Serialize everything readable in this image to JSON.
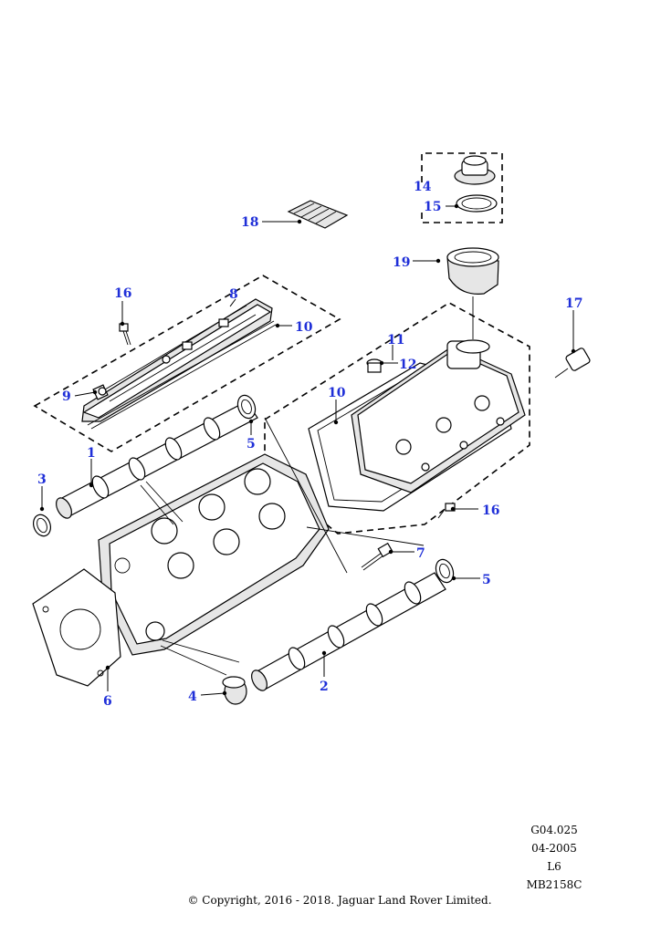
{
  "diagram": {
    "callouts": [
      {
        "id": "c1",
        "label": "1"
      },
      {
        "id": "c2",
        "label": "2"
      },
      {
        "id": "c3",
        "label": "3"
      },
      {
        "id": "c4",
        "label": "4"
      },
      {
        "id": "c5a",
        "label": "5"
      },
      {
        "id": "c5b",
        "label": "5"
      },
      {
        "id": "c6",
        "label": "6"
      },
      {
        "id": "c7",
        "label": "7"
      },
      {
        "id": "c8",
        "label": "8"
      },
      {
        "id": "c9",
        "label": "9"
      },
      {
        "id": "c10a",
        "label": "10"
      },
      {
        "id": "c10b",
        "label": "10"
      },
      {
        "id": "c11",
        "label": "11"
      },
      {
        "id": "c12",
        "label": "12"
      },
      {
        "id": "c14",
        "label": "14"
      },
      {
        "id": "c15",
        "label": "15"
      },
      {
        "id": "c16a",
        "label": "16"
      },
      {
        "id": "c16b",
        "label": "16"
      },
      {
        "id": "c17",
        "label": "17"
      },
      {
        "id": "c18",
        "label": "18"
      },
      {
        "id": "c19",
        "label": "19"
      }
    ],
    "callout_color": "#1f2fd8"
  },
  "meta": {
    "code": "G04.025",
    "date": "04-2005",
    "engine": "L6",
    "ref": "MB2158C"
  },
  "copyright": "© Copyright, 2016 - 2018. Jaguar Land Rover Limited."
}
